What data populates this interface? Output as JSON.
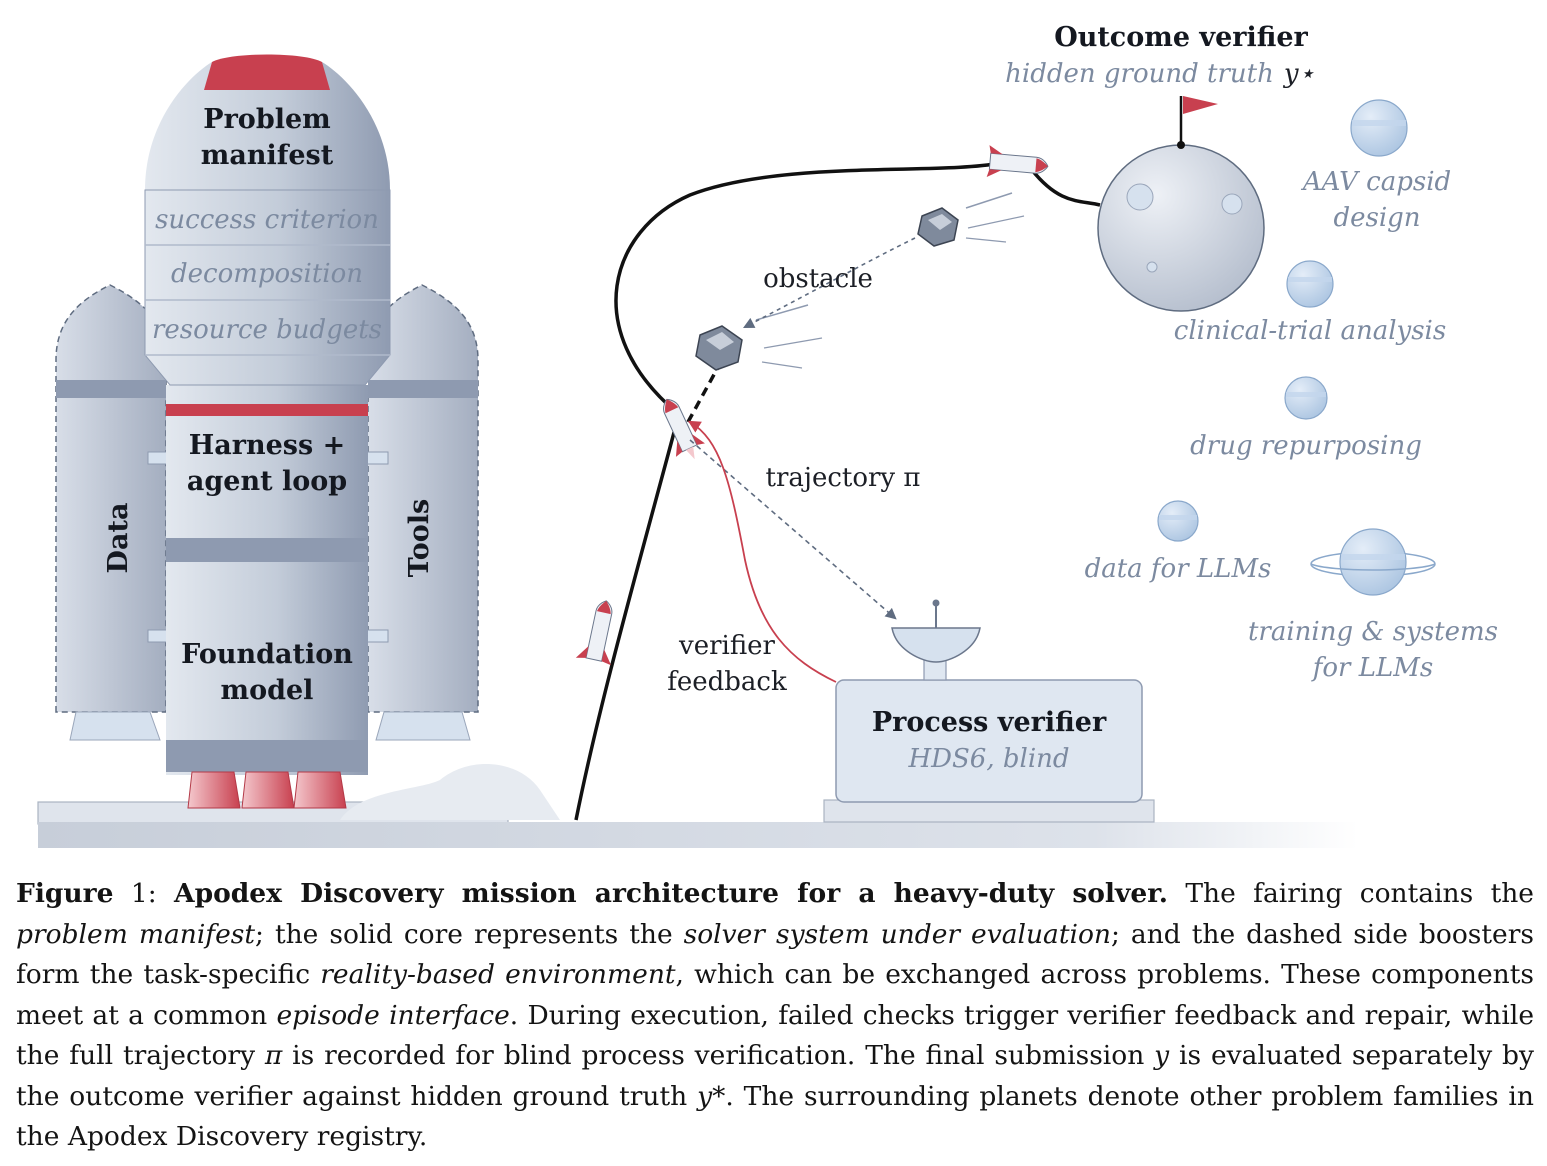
{
  "rocket": {
    "fairing_title_1": "Problem",
    "fairing_title_2": "manifest",
    "fairing_rows": [
      "success criterion",
      "decomposition",
      "resource budgets"
    ],
    "core_upper_1": "Harness +",
    "core_upper_2": "agent loop",
    "core_lower_1": "Foundation",
    "core_lower_2": "model",
    "booster_left": "Data",
    "booster_right": "Tools"
  },
  "mission": {
    "obstacle": "obstacle",
    "trajectory": "trajectory π",
    "feedback_1": "verifier",
    "feedback_2": "feedback",
    "process_title": "Process verifier",
    "process_sub": "HDS6, blind",
    "outcome_title": "Outcome verifier",
    "outcome_sub": "hidden ground truth",
    "outcome_sub_symbol": "y⋆"
  },
  "planets": [
    {
      "line1": "AAV capsid",
      "line2": "design"
    },
    {
      "line1": "clinical-trial analysis",
      "line2": ""
    },
    {
      "line1": "drug repurposing",
      "line2": ""
    },
    {
      "line1": "data for LLMs",
      "line2": ""
    },
    {
      "line1": "training & systems",
      "line2": "for LLMs"
    }
  ],
  "caption": {
    "label": "Figure",
    "number": "1:",
    "title": "Apodex Discovery mission architecture for a heavy-duty solver.",
    "p1": " The fairing contains the ",
    "e1": "problem manifest",
    "p2": "; the solid core represents the ",
    "e2": "solver system under evaluation",
    "p3": "; and the dashed side boosters form the task-specific ",
    "e3": "reality-based environment",
    "p4": ", which can be exchanged across problems. These components meet at a common ",
    "e4": "episode interface",
    "p5": ". During execution, failed checks trigger verifier feedback and repair, while the full trajectory ",
    "e5": "π",
    "p6": " is recorded for blind process verification. The final submission ",
    "e6": "y",
    "p7": " is evaluated separately by the outcome verifier against hidden ground truth ",
    "e7": "y*",
    "p8": ". The surrounding planets denote other problem families in the Apodex Discovery registry."
  },
  "colors": {
    "accent_red": "#c8404f",
    "metal_dark": "#8e9ab0",
    "metal_light": "#d9dfe8",
    "label_gray": "#7c8aa0"
  }
}
